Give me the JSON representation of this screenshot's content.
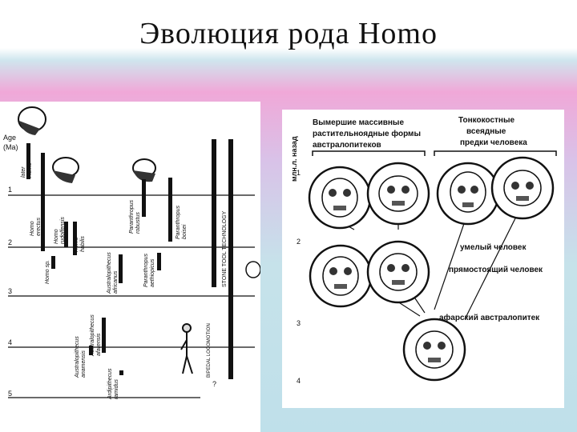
{
  "slide": {
    "title": "Эволюция рода Homo"
  },
  "left_chart": {
    "axis_header_1": "Age",
    "axis_header_2": "(Ma)",
    "ticks": [
      "1",
      "2",
      "3",
      "4",
      "5"
    ],
    "species": [
      {
        "text1": "later",
        "text2": "Homo"
      },
      {
        "text1": "Homo",
        "text2": "erectus"
      },
      {
        "text1": "Homo",
        "text2": "rudolfensis"
      },
      {
        "text1": "Homo",
        "text2": "habilis"
      },
      {
        "text1": "Homo sp.",
        "text2": ""
      },
      {
        "text1": "Paranthropus",
        "text2": "robustus"
      },
      {
        "text1": "Paranthropus",
        "text2": "boisei"
      },
      {
        "text1": "Paranthropus",
        "text2": "aethiopicus"
      },
      {
        "text1": "Australopithecus",
        "text2": "africanus"
      },
      {
        "text1": "Australopithecus",
        "text2": "afarensis"
      },
      {
        "text1": "Australopithecus",
        "text2": "anamensis"
      },
      {
        "text1": "Ardipithecus",
        "text2": "ramidus"
      }
    ],
    "stone_tool_label": "STONE TOOL TECHNOLOGY",
    "bipedal_label": "BIPEDAL LOCOMOTION",
    "question_mark": "?"
  },
  "right_diagram": {
    "axis_label": "млн.л. назад",
    "ticks": [
      "1",
      "2",
      "3",
      "4"
    ],
    "group_left": [
      "Вымершие массивные",
      "растительноядные формы",
      "австралопитеков"
    ],
    "group_right": [
      "Тонкокостные",
      "всеядные",
      "предки человека"
    ],
    "labels": {
      "habilis": "умелый человек",
      "erectus": "прямостоящий человек",
      "afarensis": "афарский австралопитек"
    }
  }
}
